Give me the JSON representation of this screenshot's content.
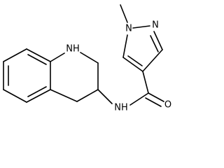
{
  "molecule": {
    "atoms": {
      "methyl_n": "N",
      "pyrazole_n2": "N",
      "carbonyl_o": "O",
      "amide_nh": "NH",
      "ring_nh": "NH"
    },
    "colors": {
      "bond": "#000000",
      "text": "#000000",
      "background": "#ffffff"
    }
  }
}
